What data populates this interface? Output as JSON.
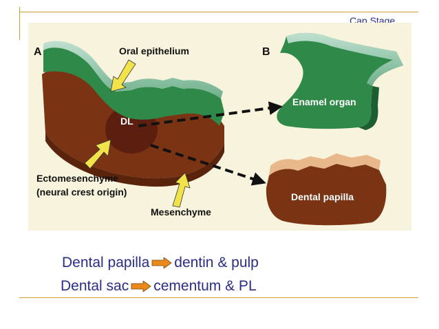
{
  "slide": {
    "title": "Cap Stage",
    "lines": [
      {
        "left": "Dental papilla",
        "right": "dentin & pulp"
      },
      {
        "left": "Dental sac",
        "right": "cementum & PL"
      }
    ]
  },
  "figure": {
    "panel_a": "A",
    "panel_b": "B",
    "labels": {
      "oral_epithelium": "Oral epithelium",
      "dl": "DL",
      "ectomesenchyme_1": "Ectomesenchyme",
      "ectomesenchyme_2": "(neural crest origin)",
      "mesenchyme": "Mesenchyme",
      "enamel_organ": "Enamel organ",
      "dental_papilla": "Dental papilla"
    }
  },
  "colors": {
    "accent_line": "#c9a227",
    "text_blue": "#2b2b8c",
    "figure_bg": "#f7f3dc",
    "epithelium_green": "#2f8a4a",
    "mesenchyme_brown": "#7a3414",
    "arrow_yellow": "#f2e34a"
  }
}
